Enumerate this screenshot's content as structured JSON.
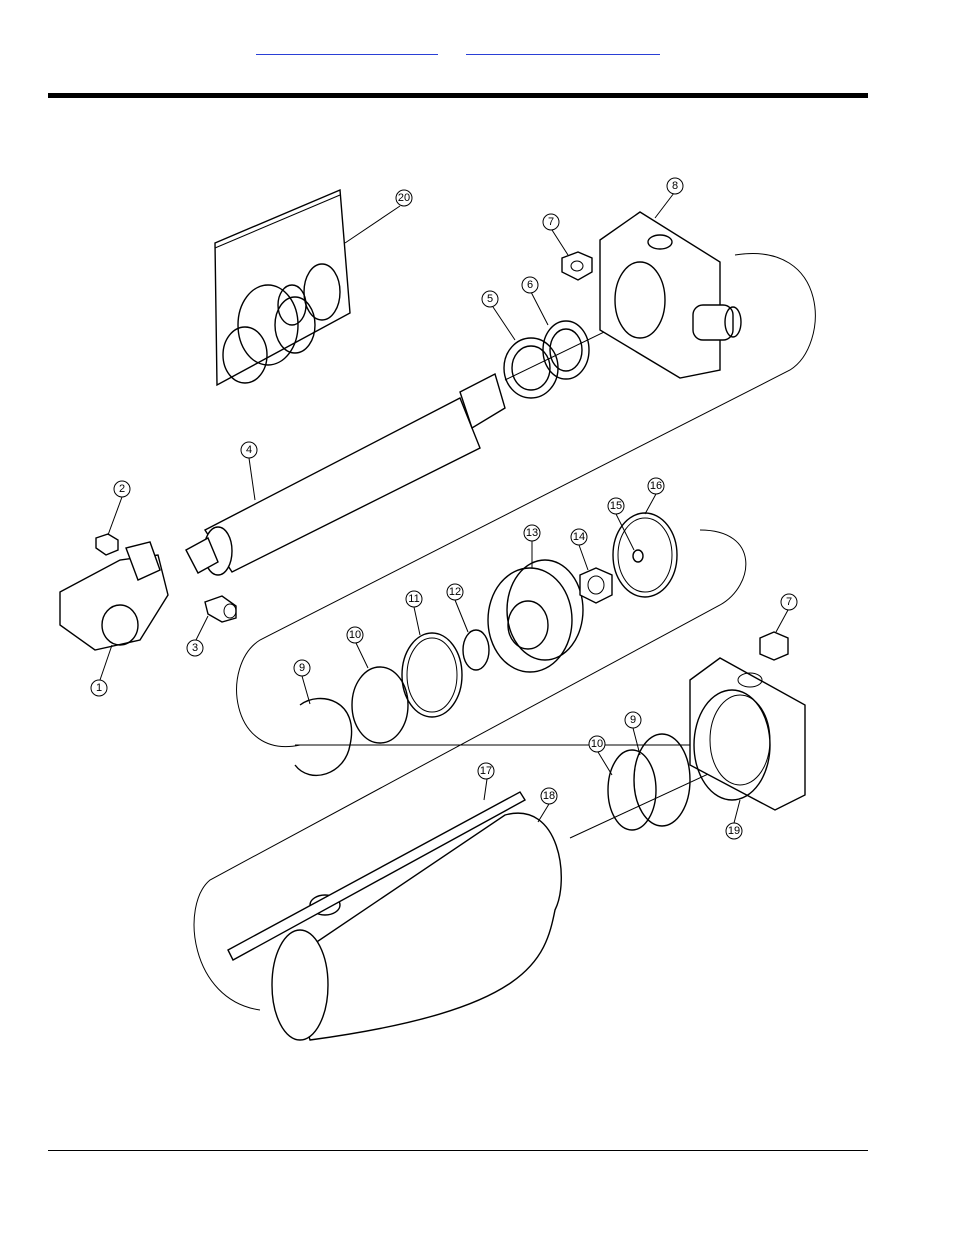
{
  "nav_links": [
    {
      "name": "link-left",
      "label": ""
    },
    {
      "name": "link-right",
      "label": ""
    }
  ],
  "callouts": {
    "c1": "1",
    "c2": "2",
    "c3": "3",
    "c4": "4",
    "c5": "5",
    "c6": "6",
    "c7a": "7",
    "c7b": "7",
    "c8": "8",
    "c9a": "9",
    "c9b": "9",
    "c10a": "10",
    "c10b": "10",
    "c11": "11",
    "c12": "12",
    "c13": "13",
    "c14": "14",
    "c15": "15",
    "c16": "16",
    "c17": "17",
    "c18": "18",
    "c19": "19",
    "c20": "20"
  }
}
